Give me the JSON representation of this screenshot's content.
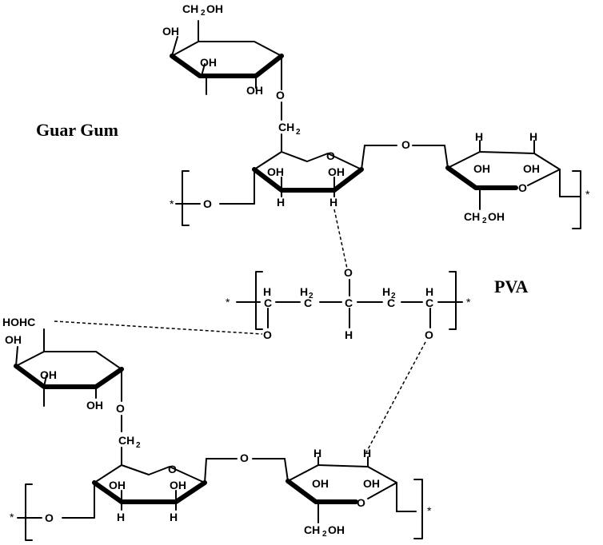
{
  "labels": {
    "guar_gum": "Guar Gum",
    "pva": "PVA",
    "oh": "OH",
    "h": "H",
    "o": "O",
    "c": "C",
    "star": "*",
    "ch2oh_ch": "CH",
    "ch2oh_2": "2",
    "ch2oh_oh": "OH",
    "ch2_c": "CH",
    "ch2_2": "2",
    "h2_h": "H",
    "h2_2": "2",
    "hohc": "HOHC"
  }
}
